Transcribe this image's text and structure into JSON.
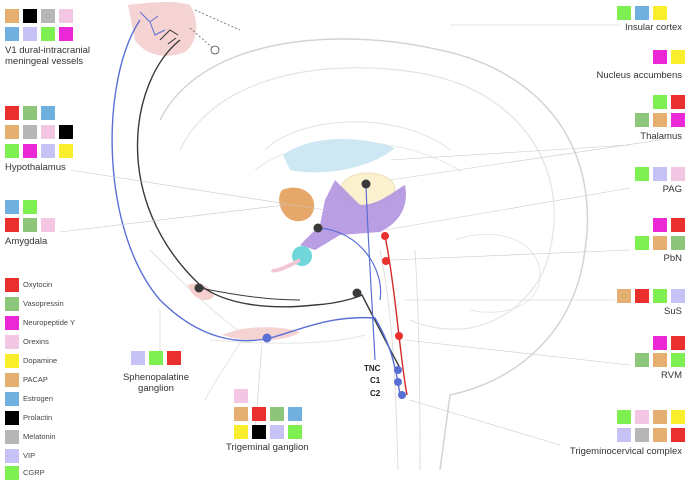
{
  "colors": {
    "oxytocin": "#e9302f",
    "vasopressin": "#8dc57b",
    "neuropeptide_y": "#ea28d6",
    "orexins": "#f3c6e3",
    "dopamine": "#f8ee2b",
    "pacap": "#e6af72",
    "estrogen": "#6fb0de",
    "prolactin": "#000000",
    "melatonin": "#b6b6b6",
    "vip": "#c6c2f3",
    "cgrp": "#7ff051",
    "pathway_blue": "#5a6fd6",
    "pathway_black": "#3a3a3a",
    "pathway_red": "#d42a2a",
    "thalamus_fill": "#fbf1cf",
    "hypothalamus_fill": "#b294e0",
    "amygdala_fill": "#e6a868",
    "pituitary_fill": "#6fd7da",
    "ventricle_fill": "#c8e6f2"
  },
  "regions": {
    "v1": {
      "label": "V1 dural-intracranial meningeal vessels",
      "icons": [
        "pacap",
        "prolactin",
        "melatonin",
        "orexins",
        "estrogen",
        "vip",
        "cgrp",
        "neuropeptide_y"
      ]
    },
    "hypothalamus": {
      "label": "Hypothalamus",
      "icons": [
        "oxytocin",
        "vasopressin",
        "estrogen",
        "pacap",
        "melatonin",
        "orexins",
        "prolactin",
        "cgrp",
        "neuropeptide_y",
        "vip",
        "dopamine"
      ]
    },
    "amygdala": {
      "label": "Amygdala",
      "icons": [
        "estrogen",
        "cgrp",
        "oxytocin",
        "vasopressin",
        "orexins"
      ]
    },
    "sphenopalatine": {
      "label": "Sphenopalatine ganglion",
      "icons": [
        "vip",
        "cgrp",
        "oxytocin"
      ]
    },
    "trigeminal": {
      "label": "Trigeminal ganglion",
      "icons": [
        "orexins",
        "pacap",
        "oxytocin",
        "vasopressin",
        "estrogen",
        "dopamine",
        "prolactin",
        "vip",
        "cgrp"
      ]
    },
    "insular": {
      "label": "Insular cortex",
      "icons": [
        "cgrp",
        "estrogen",
        "dopamine"
      ]
    },
    "accumbens": {
      "label": "Nucleus accumbens",
      "icons": [
        "neuropeptide_y",
        "dopamine"
      ]
    },
    "thalamus": {
      "label": "Thalamus",
      "icons": [
        "cgrp",
        "oxytocin",
        "vasopressin",
        "pacap",
        "neuropeptide_y"
      ]
    },
    "pag": {
      "label": "PAG",
      "icons": [
        "cgrp",
        "vip",
        "orexins"
      ]
    },
    "pbn": {
      "label": "PbN",
      "icons": [
        "neuropeptide_y",
        "oxytocin",
        "cgrp",
        "pacap",
        "vasopressin"
      ]
    },
    "sus": {
      "label": "SuS",
      "icons": [
        "pacap",
        "oxytocin",
        "cgrp",
        "vip"
      ]
    },
    "rvm": {
      "label": "RVM",
      "icons": [
        "neuropeptide_y",
        "oxytocin",
        "vasopressin",
        "pacap",
        "cgrp"
      ]
    },
    "tcc": {
      "label": "Trigeminocervical complex",
      "icons": [
        "cgrp",
        "orexins",
        "pacap",
        "dopamine",
        "vip",
        "melatonin",
        "pacap",
        "oxytocin"
      ]
    }
  },
  "legend": [
    {
      "key": "oxytocin",
      "label": "Oxytocin"
    },
    {
      "key": "vasopressin",
      "label": "Vasopressin"
    },
    {
      "key": "neuropeptide_y",
      "label": "Neuropeptide Y"
    },
    {
      "key": "orexins",
      "label": "Orexins"
    },
    {
      "key": "dopamine",
      "label": "Dopamine"
    },
    {
      "key": "pacap",
      "label": "PACAP"
    },
    {
      "key": "estrogen",
      "label": "Estrogen"
    },
    {
      "key": "prolactin",
      "label": "Prolactin"
    },
    {
      "key": "melatonin",
      "label": "Melatonin"
    },
    {
      "key": "vip",
      "label": "VIP"
    },
    {
      "key": "cgrp",
      "label": "CGRP"
    }
  ],
  "segments": {
    "tnc": "TNC",
    "c1": "C1",
    "c2": "C2"
  }
}
